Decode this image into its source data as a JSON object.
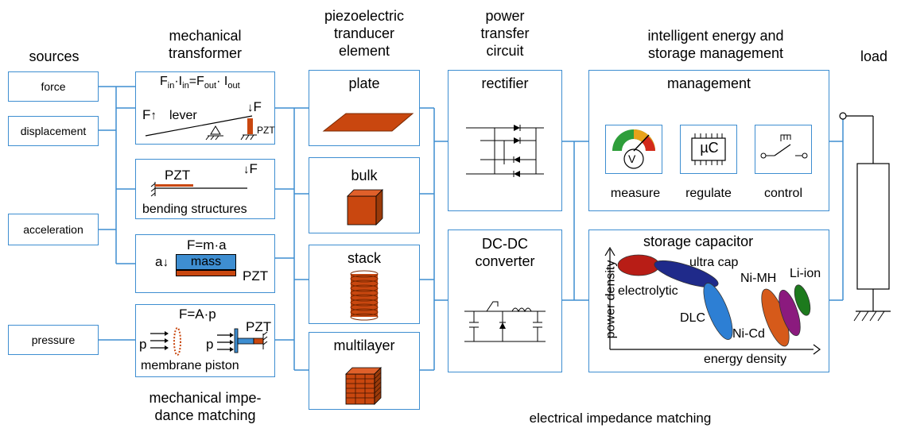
{
  "headers": {
    "sources": "sources",
    "mech_transformer": [
      "mechanical",
      "transformer"
    ],
    "piezo": [
      "piezoelectric",
      "tranducer",
      "element"
    ],
    "power": [
      "power",
      "transfer",
      "circuit"
    ],
    "intelligent": [
      "intelligent energy and",
      "storage management"
    ],
    "load": "load"
  },
  "sources": [
    "force",
    "displacement",
    "acceleration",
    "pressure"
  ],
  "mech": {
    "lever_eq_parts": [
      "F",
      "in",
      "·I",
      "in",
      "=F",
      "out",
      "· I",
      "out"
    ],
    "lever_F_left": "F",
    "lever_label": "lever",
    "lever_F_right": "F",
    "lever_pzt": "PZT",
    "bending_pzt": "PZT",
    "bending_F": "F",
    "bending_label": "bending structures",
    "mass_eq": "F=m·a",
    "mass_a": "a",
    "mass_label": "mass",
    "mass_pzt": "PZT",
    "press_eq": "F=A·p",
    "press_p1": "p",
    "press_p2": "p",
    "press_pzt": "PZT",
    "press_label": "membrane piston"
  },
  "elements": [
    "plate",
    "bulk",
    "stack",
    "multilayer"
  ],
  "circuits": {
    "rectifier": "rectifier",
    "dcdc": [
      "DC-DC",
      "converter"
    ]
  },
  "management": {
    "title": "management",
    "measure": "measure",
    "regulate": "regulate",
    "control": "control",
    "meter_symbol": "V",
    "chip_label": "µC"
  },
  "storage": {
    "title": "storage capacitor",
    "ylabel": "power density",
    "xlabel": "energy density",
    "regions": [
      "electrolytic",
      "ultra cap",
      "DLC",
      "Ni-MH",
      "Li-ion",
      "Ni-Cd"
    ]
  },
  "footers": {
    "mech_imp": [
      "mechanical impe-",
      "dance matching"
    ],
    "elec_imp": "electrical impedance matching"
  },
  "colors": {
    "box_border": "#3e8ed1",
    "wire": "#3e8ed1",
    "element_fill": "#c9470f",
    "pzt": "#c9470f",
    "mass_fill": "#3e8ed1"
  }
}
